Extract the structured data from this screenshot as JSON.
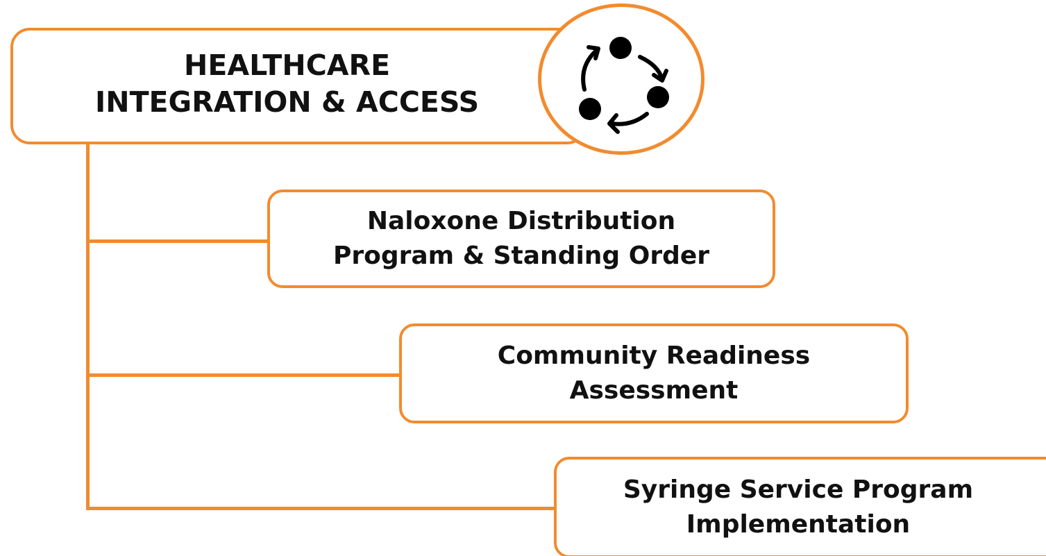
{
  "header": {
    "title_line1": "HEALTHCARE",
    "title_line2": "INTEGRATION & ACCESS",
    "icon": "cycle-arrows-icon"
  },
  "items": [
    {
      "line1": "Naloxone Distribution",
      "line2": "Program & Standing Order"
    },
    {
      "line1": "Community Readiness",
      "line2": "Assessment"
    },
    {
      "line1": "Syringe Service Program",
      "line2": "Implementation"
    }
  ],
  "colors": {
    "accent": "#f28b2e",
    "text": "#111111",
    "background": "#ffffff"
  }
}
